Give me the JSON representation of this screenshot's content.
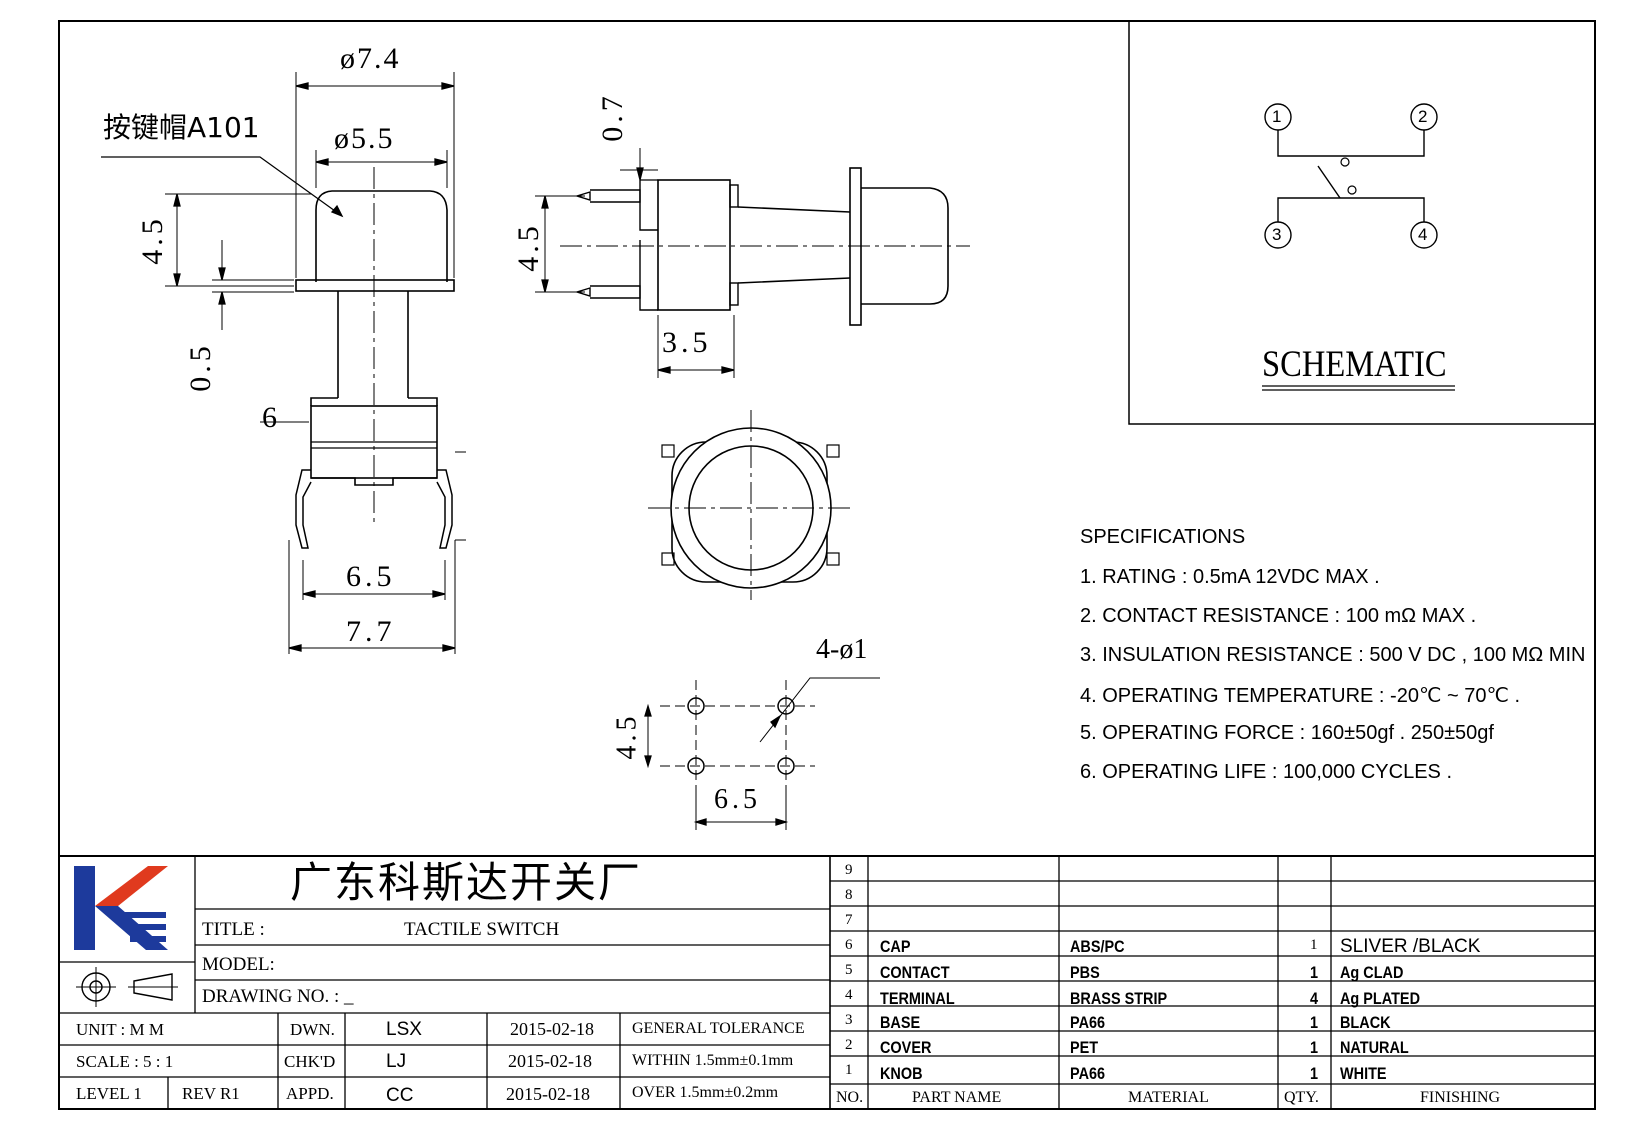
{
  "dims": {
    "d74": "ø7.4",
    "d55": "ø5.5",
    "h45_left": "4.5",
    "h05": "0.5",
    "w6": "6",
    "w65": "6.5",
    "w77": "7.7",
    "top07": "0.7",
    "h45_side": "4.5",
    "w35": "3.5",
    "holes": "4-ø1",
    "h45_pcb": "4.5",
    "w65_pcb": "6.5"
  },
  "cap_label": "按键帽A101",
  "schematic": {
    "title": "SCHEMATIC",
    "pins": [
      "1",
      "2",
      "3",
      "4"
    ]
  },
  "specifications": {
    "heading": "SPECIFICATIONS",
    "items": [
      "1. RATING : 0.5mA 12VDC MAX .",
      "2. CONTACT RESISTANCE : 100 mΩ MAX .",
      "3. INSULATION RESISTANCE : 500 V DC , 100 MΩ MIN",
      "4. OPERATING TEMPERATURE : -20℃ ~ 70℃ .",
      "5. OPERATING FORCE : 160±50gf . 250±50gf",
      "6. OPERATING LIFE : 100,000 CYCLES ."
    ]
  },
  "title_block": {
    "company": "广东科斯达开关厂",
    "title_label": "TITLE :",
    "title_value": "TACTILE SWITCH",
    "model_label": "MODEL:",
    "drawing_no_label": "DRAWING NO.  : _",
    "unit": "UNIT    :    M M",
    "scale": "SCALE   :   5 : 1",
    "level": "LEVEL 1",
    "rev": "REV   R1",
    "dwn": "DWN.",
    "chkd": "CHK'D",
    "appd": "APPD.",
    "dwn_name": "LSX",
    "chkd_name": "LJ",
    "appd_name": "CC",
    "dwn_date": "2015-02-18",
    "chkd_date": "2015-02-18",
    "appd_date": "2015-02-18",
    "tol_heading": "GENERAL  TOLERANCE",
    "tol_within": "WITHIN 1.5mm±0.1mm",
    "tol_over": "OVER    1.5mm±0.2mm"
  },
  "bom": {
    "rows": [
      {
        "no": "9",
        "part": "",
        "material": "",
        "qty": "",
        "finishing": ""
      },
      {
        "no": "8",
        "part": "",
        "material": "",
        "qty": "",
        "finishing": ""
      },
      {
        "no": "7",
        "part": "",
        "material": "",
        "qty": "",
        "finishing": ""
      },
      {
        "no": "6",
        "part": "CAP",
        "material": "ABS/PC",
        "qty": "1",
        "finishing": "SLIVER /BLACK"
      },
      {
        "no": "5",
        "part": "CONTACT",
        "material": "PBS",
        "qty": "1",
        "finishing": "Ag CLAD"
      },
      {
        "no": "4",
        "part": "TERMINAL",
        "material": "BRASS STRIP",
        "qty": "4",
        "finishing": "Ag PLATED"
      },
      {
        "no": "3",
        "part": "BASE",
        "material": "PA66",
        "qty": "1",
        "finishing": "BLACK"
      },
      {
        "no": "2",
        "part": "COVER",
        "material": "PET",
        "qty": "1",
        "finishing": "NATURAL"
      },
      {
        "no": "1",
        "part": "KNOB",
        "material": "PA66",
        "qty": "1",
        "finishing": "WHITE"
      }
    ],
    "headers": {
      "no": "NO.",
      "part": "PART   NAME",
      "material": "MATERIAL",
      "qty": "QTY.",
      "finishing": "FINISHING"
    }
  },
  "colors": {
    "logo_blue": "#1d3a9c",
    "logo_red": "#e03a1e",
    "line": "#000000"
  }
}
